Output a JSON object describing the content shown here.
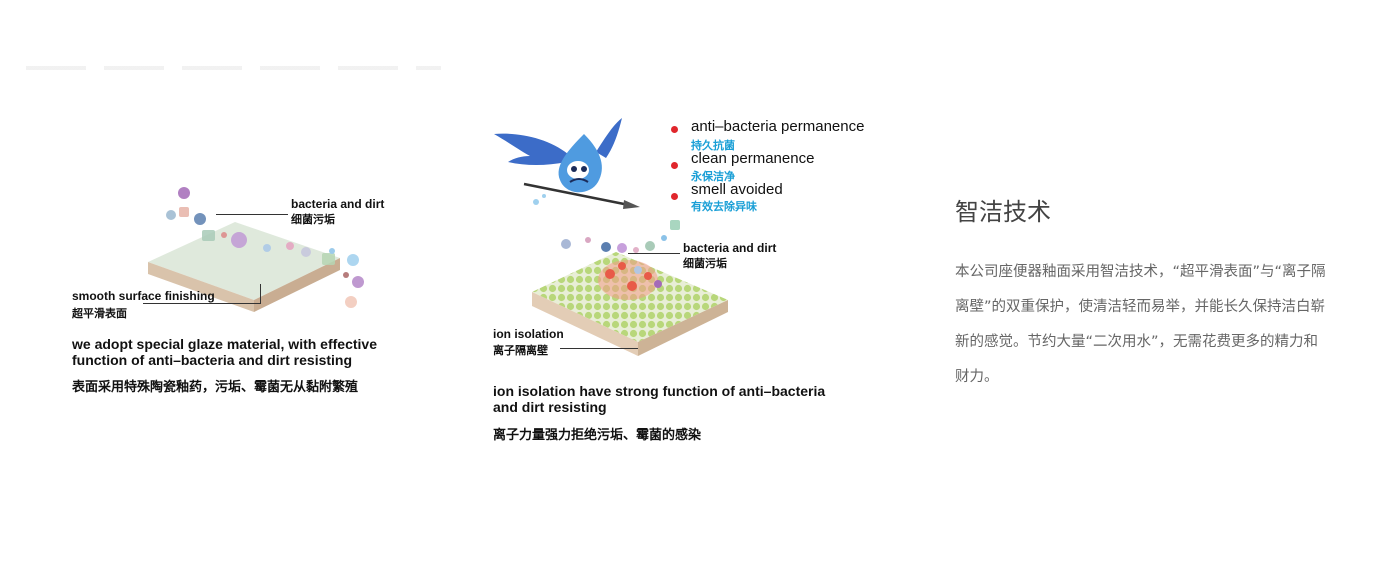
{
  "left": {
    "label_bacteria_en": "bacteria and dirt",
    "label_bacteria_cn": "细菌污垢",
    "label_surface_en": "smooth surface finishing",
    "label_surface_cn": "超平滑表面",
    "desc_en_1": "we adopt special glaze material, with effective",
    "desc_en_2": "function of anti–bacteria and dirt resisting",
    "desc_cn": "表面采用特殊陶瓷釉药，污垢、霉菌无从黏附繁殖"
  },
  "middle": {
    "features": [
      {
        "en": "anti–bacteria permanence",
        "cn": "持久抗菌"
      },
      {
        "en": "clean permanence",
        "cn": "永保洁净"
      },
      {
        "en": "smell avoided",
        "cn": "有效去除异味"
      }
    ],
    "label_bacteria_en": "bacteria and dirt",
    "label_bacteria_cn": "细菌污垢",
    "label_ion_en": "ion isolation",
    "label_ion_cn": "离子隔离壁",
    "desc_en_1": "ion isolation have strong function of anti–bacteria",
    "desc_en_2": "and dirt resisting",
    "desc_cn": "离子力量强力拒绝污垢、霉菌的感染"
  },
  "right": {
    "title": "智洁技术",
    "body": "本公司座便器釉面采用智洁技术，“超平滑表面”与“离子隔离壁”的双重保护，使清洁轻而易举，并能长久保持洁白崭新的感觉。节约大量“二次用水”，无需花费更多的精力和财力。"
  },
  "colors": {
    "feature_dot": "#e0262c",
    "feature_cn": "#1a9fd6",
    "tile_top": "#dfe9dc",
    "tile_side": "#d9c3ab",
    "ion_green": "#b8d77a"
  }
}
